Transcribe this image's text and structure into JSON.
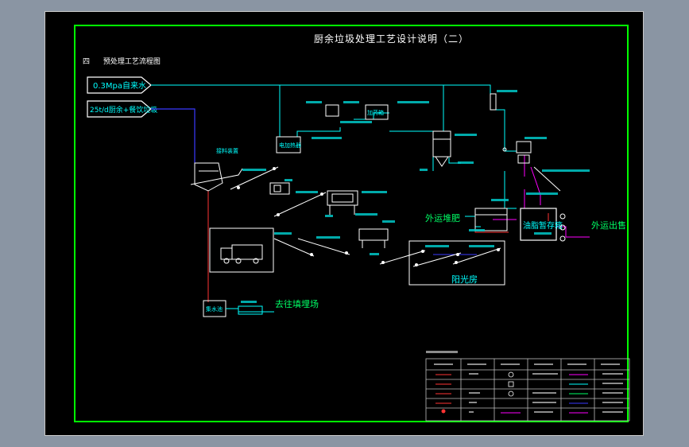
{
  "document": {
    "title": "厨余垃圾处理工艺设计说明（二）",
    "section_number": "四",
    "section_title": "预处理工艺流程图"
  },
  "inputs": {
    "water": "0.3Mpa自来水",
    "feed": "25t/d厨余+餐饮垃圾"
  },
  "labels": {
    "outbound_sludge": "外运堆肥",
    "outbound_oil": "外运出售",
    "sunroom": "阳光房",
    "landfill": "去往填埋场",
    "oil_tank": "油脂暂存箱"
  },
  "colors": {
    "background": "#000000",
    "frame": "#00ff00",
    "sheet_border": "#c8c8c8",
    "water_line": "#00ffff",
    "feed_line": "#3a3aff",
    "oil_line": "#ff00ff",
    "drain_line": "#ff3333",
    "equipment": "#ffffff"
  }
}
